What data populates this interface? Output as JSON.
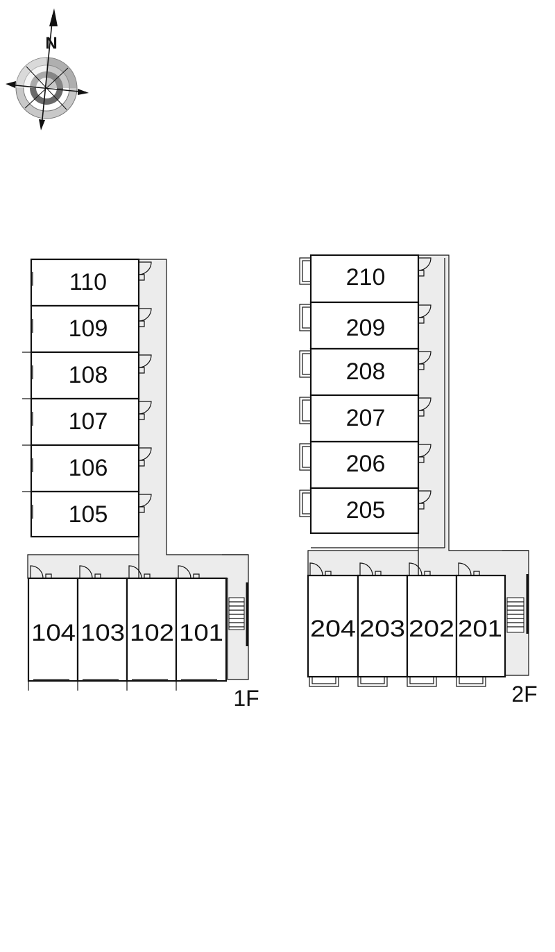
{
  "compass": {
    "north_label": "N",
    "icon": "compass-rose-icon"
  },
  "floors": [
    {
      "id": "1f",
      "label": "1F",
      "vertical_units": [
        "110",
        "109",
        "108",
        "107",
        "106",
        "105"
      ],
      "horizontal_units": [
        "104",
        "103",
        "102",
        "101"
      ]
    },
    {
      "id": "2f",
      "label": "2F",
      "vertical_units": [
        "210",
        "209",
        "208",
        "207",
        "206",
        "205"
      ],
      "horizontal_units": [
        "204",
        "203",
        "202",
        "201"
      ]
    }
  ],
  "colors": {
    "corridor": "#ececec",
    "lines": "#111111",
    "background": "#ffffff"
  }
}
